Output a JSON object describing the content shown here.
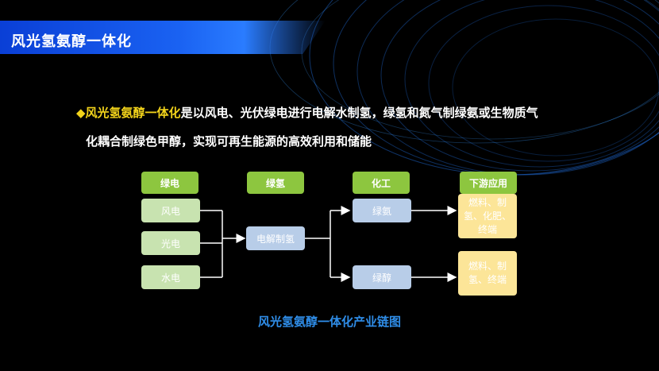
{
  "title": "风光氢氨醇一体化",
  "description": {
    "bullet": "◆",
    "highlight": "风光氢氨醇一体化",
    "line1_rest": "是以风电、光伏绿电进行电解水制氢，绿氢和氮气制绿氨或生物质气",
    "line2": "化耦合制绿色甲醇，实现可再生能源的高效利用和储能"
  },
  "diagram": {
    "headers": {
      "green_power": "绿电",
      "green_hydrogen": "绿氢",
      "chemical": "化工",
      "downstream": "下游应用"
    },
    "sources": {
      "wind": "风电",
      "solar": "光电",
      "hydro": "水电"
    },
    "electrolysis": "电解制氢",
    "products": {
      "ammonia": "绿氨",
      "methanol": "绿醇"
    },
    "uses": {
      "ammonia": "燃料、制氢、化肥、终端",
      "methanol": "燃料、制氢、终端"
    },
    "caption": "风光氢氨醇一体化产业链图"
  },
  "colors": {
    "title_bar": "#1a62f2",
    "highlight": "#f2d31b",
    "header_green": "#8dc63f",
    "source_green": "#c8e3b0",
    "mid_blue": "#b8cde8",
    "output_yellow": "#fce598",
    "caption_blue": "#2f8de8"
  }
}
